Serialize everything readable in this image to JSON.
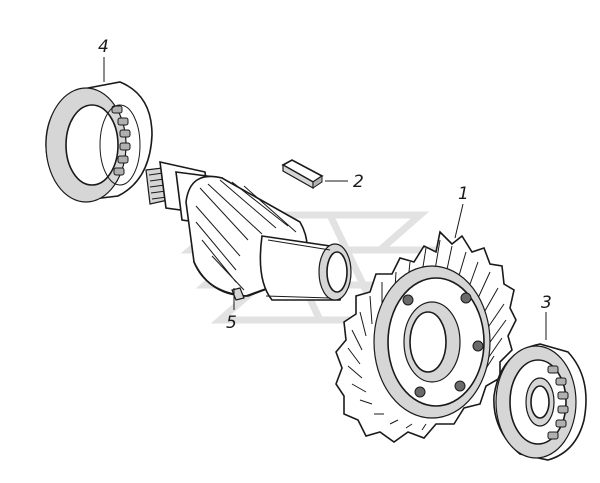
{
  "parts": [
    {
      "number": "1",
      "name": "ring-gear"
    },
    {
      "number": "2",
      "name": "key"
    },
    {
      "number": "3",
      "name": "right-bearing"
    },
    {
      "number": "4",
      "name": "left-bearing"
    },
    {
      "number": "5",
      "name": "pinion-shaft"
    }
  ],
  "colors": {
    "ink": "#1a1a1a",
    "watermark": "#e2e2e2",
    "shade": "#d6d6d6"
  }
}
